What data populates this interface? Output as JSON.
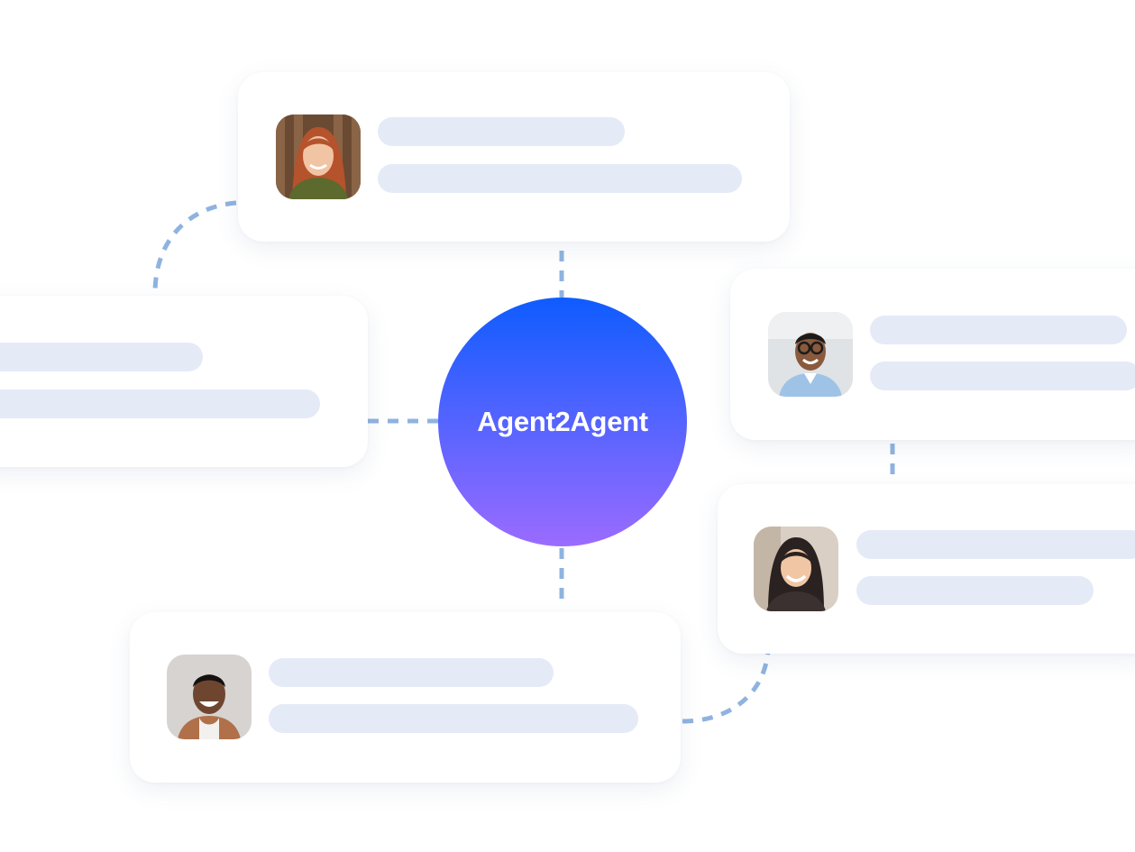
{
  "hub": {
    "label": "Agent2Agent",
    "gradient_top": "#0f5cff",
    "gradient_bottom": "#9b6bff"
  },
  "colors": {
    "connector": "#8fb3e0",
    "placeholder_bar": "#e5eaf7",
    "card_background": "#ffffff"
  },
  "cards": [
    {
      "id": "top",
      "avatar": "woman-red-hair-avatar"
    },
    {
      "id": "left",
      "avatar": "none"
    },
    {
      "id": "right-upper",
      "avatar": "man-glasses-avatar"
    },
    {
      "id": "right-lower",
      "avatar": "woman-dark-hair-avatar"
    },
    {
      "id": "bottom",
      "avatar": "man-smiling-avatar"
    }
  ]
}
